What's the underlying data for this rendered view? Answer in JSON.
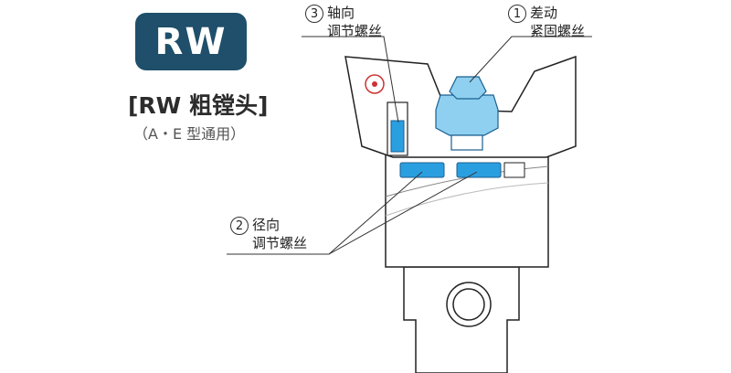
{
  "badge": "RW",
  "title": "[RW 粗镗头]",
  "subtitle": "（A・E 型通用）",
  "callouts": [
    {
      "number": "3",
      "line1": "轴向",
      "line2": "调节螺丝"
    },
    {
      "number": "1",
      "line1": "差动",
      "line2": "紧固螺丝"
    },
    {
      "number": "2",
      "line1": "径向",
      "line2": "调节螺丝"
    }
  ],
  "colors": {
    "badge": "#1f4f6a",
    "screw_blue": "#2a9fe0",
    "screw_light": "#8fd0f0",
    "outline": "#222222"
  }
}
